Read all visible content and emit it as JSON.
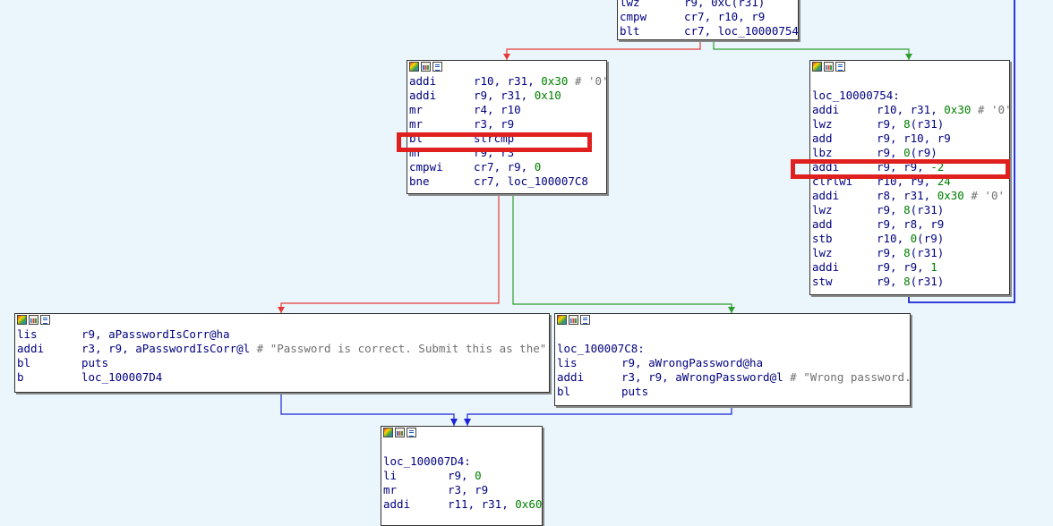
{
  "colors": {
    "background": "#eaf6fc",
    "edge_false": "#e53935",
    "edge_true": "#2e9b2e",
    "edge_jump": "#1a24d6",
    "highlight": "#e0201e"
  },
  "nodes": {
    "top": {
      "lines": [
        {
          "mn": "lwz",
          "ops": "r9, 0xC(r31)"
        },
        {
          "mn": "cmpw",
          "ops": "cr7, r10, r9"
        },
        {
          "mn": "blt",
          "ops": "cr7, loc_10000754"
        }
      ]
    },
    "compare": {
      "lines": [
        {
          "mn": "addi",
          "ops": "r10, r31, ",
          "num": "0x30",
          "cmt": " # '0'"
        },
        {
          "mn": "addi",
          "ops": "r9, r31, ",
          "num": "0x10"
        },
        {
          "mn": "mr",
          "ops": "r4, r10"
        },
        {
          "mn": "mr",
          "ops": "r3, r9"
        },
        {
          "mn": "bl",
          "ops": "strcmp"
        },
        {
          "mn": "mr",
          "ops": "r9, r3"
        },
        {
          "mn": "cmpwi",
          "ops": "cr7, r9, ",
          "num": "0"
        },
        {
          "mn": "bne",
          "ops": "cr7, loc_100007C8"
        }
      ]
    },
    "loop": {
      "label": "loc_10000754:",
      "lines": [
        {
          "mn": "addi",
          "ops": "r10, r31, ",
          "num": "0x30",
          "cmt": " # '0'"
        },
        {
          "mn": "lwz",
          "ops": "r9, ",
          "num": "8",
          "tail": "(r31)"
        },
        {
          "mn": "add",
          "ops": "r9, r10, r9"
        },
        {
          "mn": "lbz",
          "ops": "r9, ",
          "num": "0",
          "tail": "(r9)"
        },
        {
          "mn": "addi",
          "ops": "r9, r9, ",
          "num": "-2"
        },
        {
          "mn": "clrlwi",
          "ops": "r10, r9, ",
          "num": "24"
        },
        {
          "mn": "addi",
          "ops": "r8, r31, ",
          "num": "0x30",
          "cmt": " # '0'"
        },
        {
          "mn": "lwz",
          "ops": "r9, ",
          "num": "8",
          "tail": "(r31)"
        },
        {
          "mn": "add",
          "ops": "r9, r8, r9"
        },
        {
          "mn": "stb",
          "ops": "r10, ",
          "num": "0",
          "tail": "(r9)"
        },
        {
          "mn": "lwz",
          "ops": "r9, ",
          "num": "8",
          "tail": "(r31)"
        },
        {
          "mn": "addi",
          "ops": "r9, r9, ",
          "num": "1"
        },
        {
          "mn": "stw",
          "ops": "r9, ",
          "num": "8",
          "tail": "(r31)"
        }
      ]
    },
    "correct": {
      "lines": [
        {
          "mn": "lis",
          "ops": "r9, aPasswordIsCorr@ha"
        },
        {
          "mn": "addi",
          "ops": "r3, r9, aPasswordIsCorr@l",
          "cmt": " # \"Password is correct. Submit this as the\"..."
        },
        {
          "mn": "bl",
          "ops": "puts"
        },
        {
          "mn": "b",
          "ops": "loc_100007D4"
        }
      ]
    },
    "wrong": {
      "label": "loc_100007C8:",
      "lines": [
        {
          "mn": "lis",
          "ops": "r9, aWrongPassword@ha"
        },
        {
          "mn": "addi",
          "ops": "r3, r9, aWrongPassword@l",
          "cmt": " # \"Wrong password.\""
        },
        {
          "mn": "bl",
          "ops": "puts"
        }
      ]
    },
    "end": {
      "label": "loc_100007D4:",
      "lines": [
        {
          "mn": "li",
          "ops": "r9, ",
          "num": "0"
        },
        {
          "mn": "mr",
          "ops": "r3, r9"
        },
        {
          "mn": "addi",
          "ops": "r11, r31, ",
          "num": "0x60"
        }
      ]
    }
  }
}
